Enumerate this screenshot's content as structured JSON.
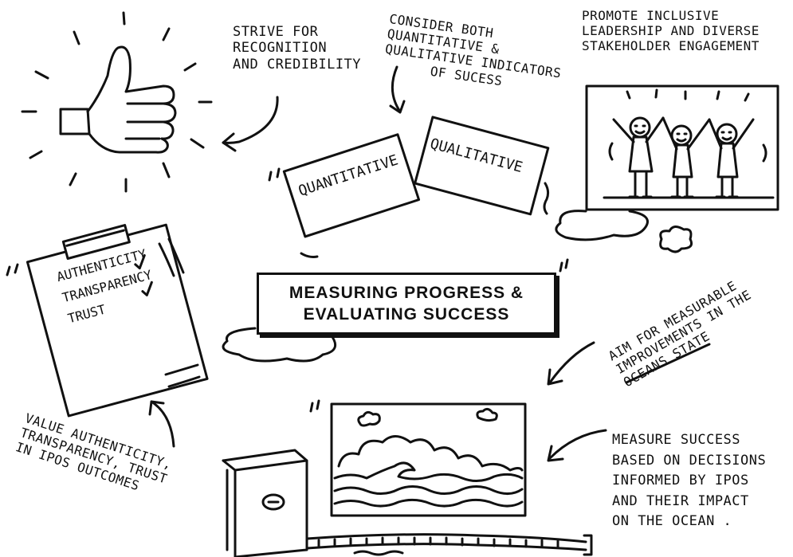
{
  "title": {
    "line1": "MEASURING PROGRESS &",
    "line2": "EVALUATING SUCCESS"
  },
  "notes": {
    "recognition": [
      "STRIVE FOR",
      "RECOGNITION",
      "AND CREDIBILITY"
    ],
    "indicators": [
      "CONSIDER BOTH",
      "QUANTITATIVE &",
      "QUALITATIVE INDICATORS",
      "OF SUCESS"
    ],
    "leadership": [
      "PROMOTE INCLUSIVE",
      "LEADERSHIP AND DIVERSE",
      "STAKEHOLDER ENGAGEMENT"
    ],
    "improvement": [
      "AIM FOR MEASURABLE",
      "IMPROVEMENTS IN THE",
      "OCEANS STATE"
    ],
    "values": [
      "VALUE AUTHENTICITY,",
      "TRANSPARENCY, TRUST",
      "IN IPOS OUTCOMES"
    ],
    "decisions": [
      "MEASURE SUCCESS",
      "BASED ON DECISIONS",
      "INFORMED BY IPOS",
      "AND THEIR IMPACT",
      "ON THE OCEAN ."
    ]
  },
  "cards": {
    "quantitative": "QUANTITATIVE",
    "qualitative": "QUALITATIVE"
  },
  "checklist": [
    "AUTHENTICITY",
    "TRANSPARENCY",
    "TRUST"
  ],
  "icons": [
    "thumbs-up-icon",
    "clipboard-icon",
    "people-celebrating-icon",
    "ocean-waves-icon",
    "tape-measure-icon",
    "arrow-icon",
    "cloud-icon"
  ],
  "colors": {
    "ink": "#111111",
    "paper": "#ffffff"
  }
}
